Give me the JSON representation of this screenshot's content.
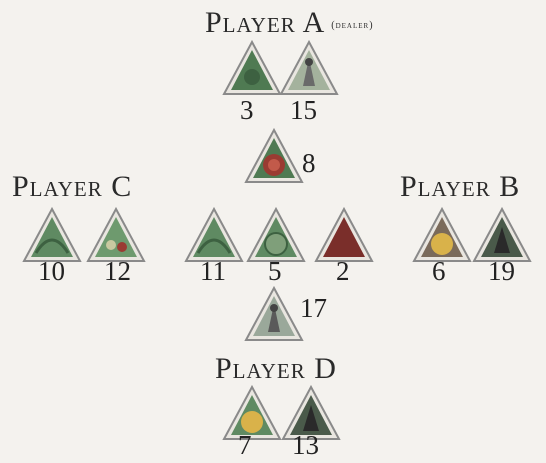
{
  "players": {
    "a": {
      "label": "Player A",
      "note": "(dealer)"
    },
    "b": {
      "label": "Player B"
    },
    "c": {
      "label": "Player C"
    },
    "d": {
      "label": "Player D"
    }
  },
  "cards": {
    "a1": {
      "number": "3",
      "art": "dark-green-icon"
    },
    "a2": {
      "number": "15",
      "art": "figure-icon"
    },
    "center_top": {
      "number": "8",
      "art": "red-orb-icon"
    },
    "c1": {
      "number": "10",
      "art": "green-pattern-icon"
    },
    "c2": {
      "number": "12",
      "art": "floral-icon"
    },
    "center1": {
      "number": "11",
      "art": "green-pattern-icon"
    },
    "center2": {
      "number": "5",
      "art": "orb-icon"
    },
    "center3": {
      "number": "2",
      "art": "dark-red-icon"
    },
    "b1": {
      "number": "6",
      "art": "sun-icon"
    },
    "b2": {
      "number": "19",
      "art": "figure-icon"
    },
    "center_bottom": {
      "number": "17",
      "art": "figure-icon"
    },
    "d1": {
      "number": "7",
      "art": "sun-icon"
    },
    "d2": {
      "number": "13",
      "art": "figure-icon"
    }
  },
  "colors": {
    "background": "#f4f2ee",
    "card_border": "#8a8a8a",
    "card_green": "#4f7a52",
    "card_red": "#9a3b32",
    "card_gold": "#d9b24a"
  }
}
